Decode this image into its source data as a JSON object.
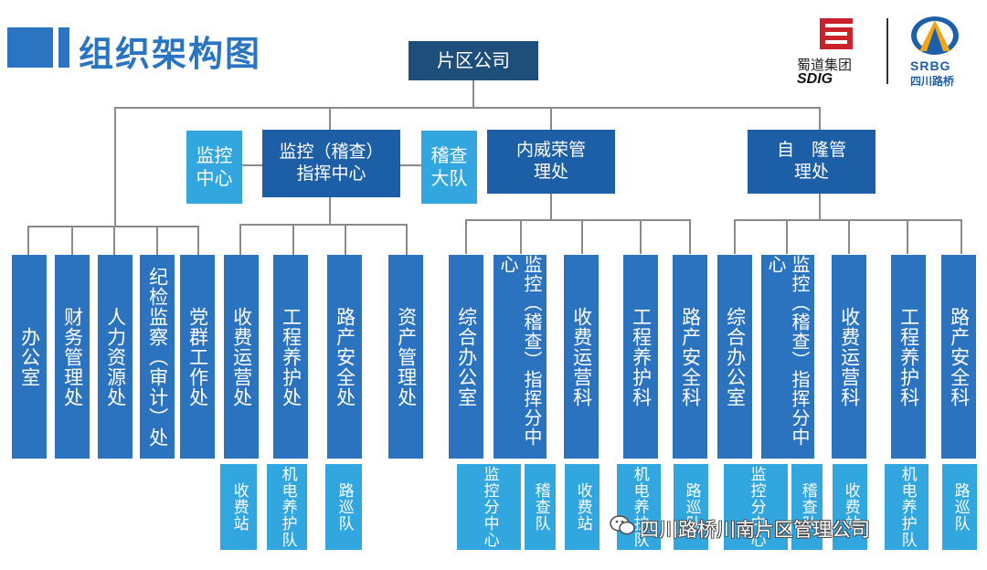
{
  "header": {
    "title": "组织架构图"
  },
  "logos": {
    "sdig_cn": "蜀道集团",
    "sdig_en": "SDIG",
    "srbg_en": "SRBG",
    "srbg_cn": "四川路桥"
  },
  "watermark": "四川路桥川南片区管理公司",
  "org": {
    "root": "片区公司",
    "monitor_center": "监控中心",
    "command_center": "监控（稽查）指挥中心",
    "inspect_team": "稽查大队",
    "neiweirong": "内威荣管理处",
    "zilong": "自　隆管理处",
    "depts": {
      "office": "办公室",
      "finance": "财务管理处",
      "hr": "人力资源处",
      "discipline": "纪检监察（审计）处",
      "party": "党群工作处",
      "toll_ops": "收费运营处",
      "maintenance": "工程养护处",
      "safety": "路产安全处",
      "assets": "资产管理处"
    },
    "nwr_sections": {
      "admin": "综合办公室",
      "monitor": "监控（稽查）指挥分中心",
      "toll": "收费运营科",
      "maint": "工程养护科",
      "safety": "路产安全科"
    },
    "zl_sections": {
      "admin": "综合办公室",
      "monitor": "监控（稽查）指挥分中心",
      "toll": "收费运营科",
      "maint": "工程养护科",
      "safety": "路产安全科"
    },
    "units": {
      "toll_station": "收费站",
      "mech_team": "机电养护队",
      "patrol_team": "路巡队",
      "monitor_sub": "监控分中心",
      "inspect_team": "稽查队"
    }
  },
  "colors": {
    "accent": "#2a74c2",
    "navy": "#1e4e7a",
    "light": "#31a6df",
    "logo_red": "#c8232c",
    "logo_blue": "#1f5ea8"
  }
}
